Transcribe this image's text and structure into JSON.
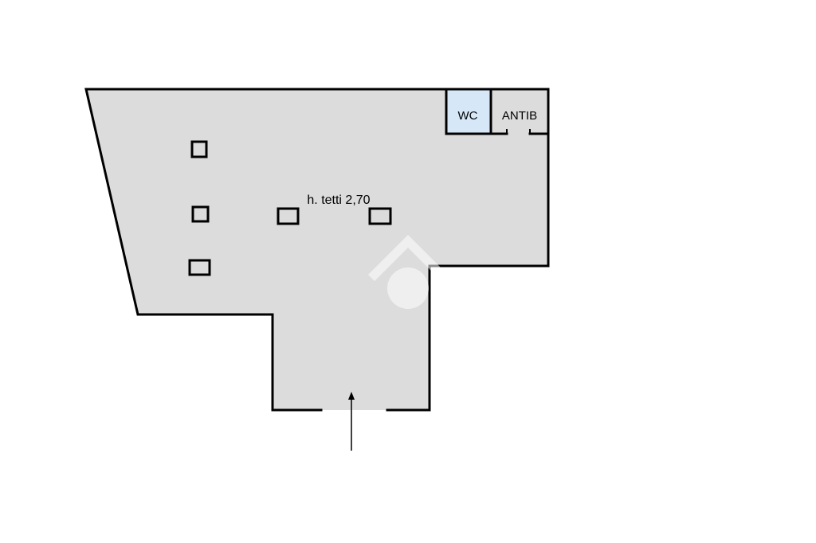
{
  "plan": {
    "rooms": {
      "wc": "WC",
      "antib": "ANTIB"
    },
    "ceiling_height_label": "h. tetti 2,70",
    "colors": {
      "floor_fill": "#dcdcdc",
      "wc_fill": "#d6e8f8",
      "wall": "#000000",
      "watermark": "#ffffff"
    },
    "icons": {
      "entrance": "entrance-arrow-icon",
      "columns": "column-icon",
      "watermark": "watermark-logo-icon"
    }
  }
}
